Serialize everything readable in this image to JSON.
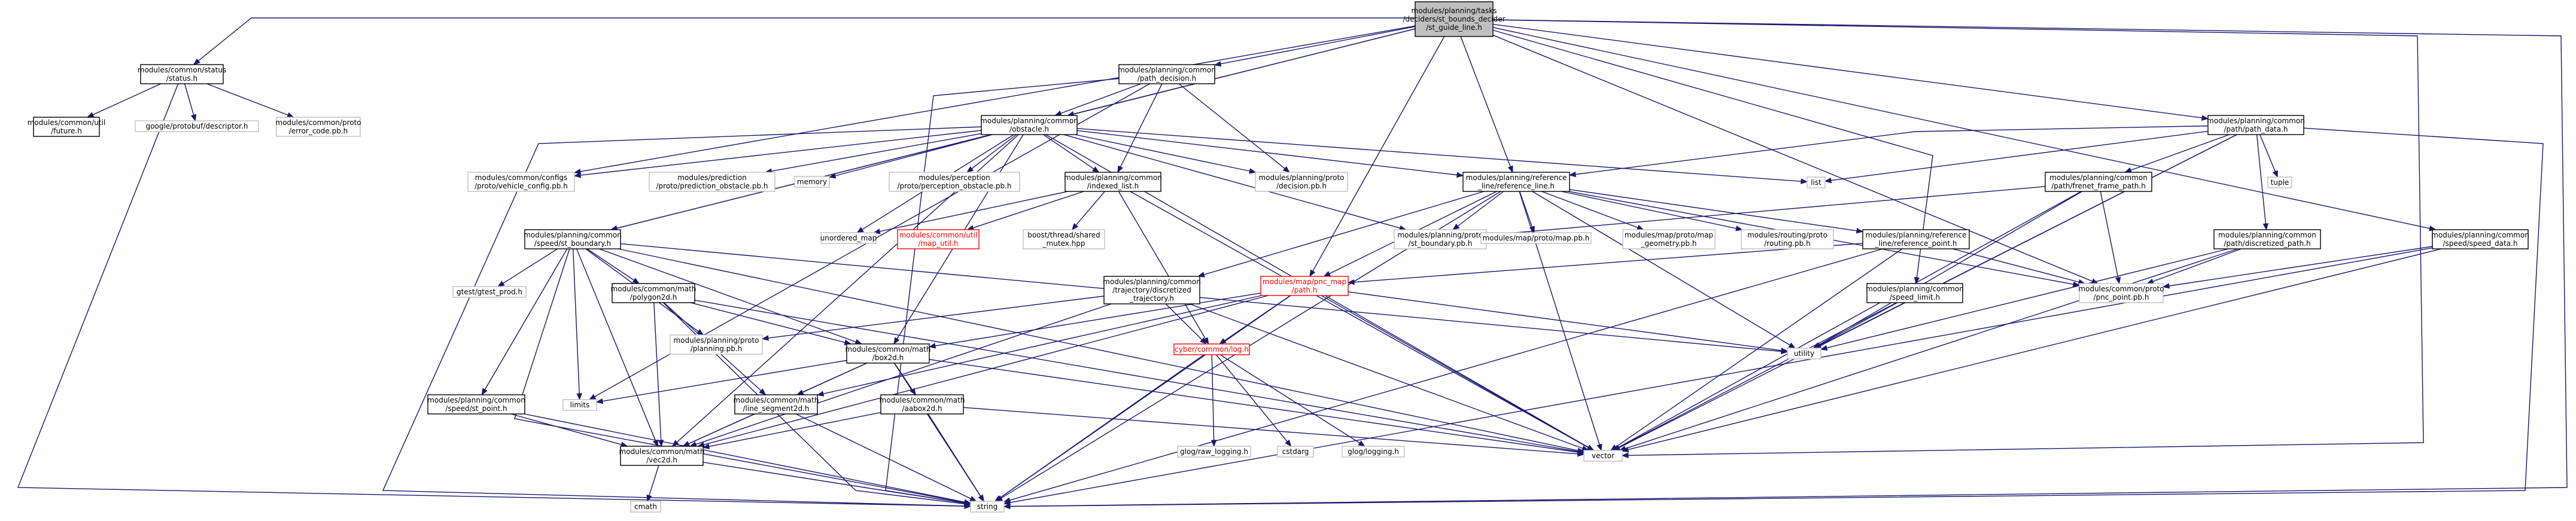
{
  "colors": {
    "edge": "#191970",
    "root_fill": "#bfbfbf",
    "border_black": "#000000",
    "border_gray": "#bfbfbf",
    "border_red": "#ff0000",
    "text_red": "#ff0000"
  },
  "nodes": [
    {
      "id": "root",
      "lines": [
        "modules/planning/tasks",
        "/deciders/st_bounds_decider",
        "/st_guide_line.h"
      ],
      "style": "root"
    },
    {
      "id": "status",
      "lines": [
        "modules/common/status",
        "/status.h"
      ],
      "style": "black"
    },
    {
      "id": "future",
      "lines": [
        "modules/common/util",
        "/future.h"
      ],
      "style": "black"
    },
    {
      "id": "descriptor",
      "lines": [
        "google/protobuf/descriptor.h"
      ],
      "style": "gray"
    },
    {
      "id": "error_code",
      "lines": [
        "modules/common/proto",
        "/error_code.pb.h"
      ],
      "style": "gray"
    },
    {
      "id": "path_decision",
      "lines": [
        "modules/planning/common",
        "/path_decision.h"
      ],
      "style": "black"
    },
    {
      "id": "obstacle",
      "lines": [
        "modules/planning/common",
        "/obstacle.h"
      ],
      "style": "black"
    },
    {
      "id": "vehicle_config",
      "lines": [
        "modules/common/configs",
        "/proto/vehicle_config.pb.h"
      ],
      "style": "gray"
    },
    {
      "id": "prediction_obstacle",
      "lines": [
        "modules/prediction",
        "/proto/prediction_obstacle.pb.h"
      ],
      "style": "gray"
    },
    {
      "id": "memory",
      "lines": [
        "memory"
      ],
      "style": "gray"
    },
    {
      "id": "perception_obstacle",
      "lines": [
        "modules/perception",
        "/proto/perception_obstacle.pb.h"
      ],
      "style": "gray"
    },
    {
      "id": "indexed_list",
      "lines": [
        "modules/planning/common",
        "/indexed_list.h"
      ],
      "style": "black"
    },
    {
      "id": "decision_pb",
      "lines": [
        "modules/planning/proto",
        "/decision.pb.h"
      ],
      "style": "gray"
    },
    {
      "id": "reference_line",
      "lines": [
        "modules/planning/reference",
        "_line/reference_line.h"
      ],
      "style": "black"
    },
    {
      "id": "list",
      "lines": [
        "list"
      ],
      "style": "gray"
    },
    {
      "id": "path_data",
      "lines": [
        "modules/planning/common",
        "/path/path_data.h"
      ],
      "style": "black"
    },
    {
      "id": "st_boundary",
      "lines": [
        "modules/planning/common",
        "/speed/st_boundary.h"
      ],
      "style": "black"
    },
    {
      "id": "unordered_map",
      "lines": [
        "unordered_map"
      ],
      "style": "gray"
    },
    {
      "id": "map_util",
      "lines": [
        "modules/common/util",
        "/map_util.h"
      ],
      "style": "red"
    },
    {
      "id": "shared_mutex",
      "lines": [
        "boost/thread/shared",
        "_mutex.hpp"
      ],
      "style": "gray"
    },
    {
      "id": "st_boundary_pb",
      "lines": [
        "modules/planning/proto",
        "/st_boundary.pb.h"
      ],
      "style": "gray"
    },
    {
      "id": "map_pb",
      "lines": [
        "modules/map/proto/map.pb.h"
      ],
      "style": "gray"
    },
    {
      "id": "map_geometry",
      "lines": [
        "modules/map/proto/map",
        "_geometry.pb.h"
      ],
      "style": "gray"
    },
    {
      "id": "routing_pb",
      "lines": [
        "modules/routing/proto",
        "/routing.pb.h"
      ],
      "style": "gray"
    },
    {
      "id": "reference_point",
      "lines": [
        "modules/planning/reference",
        "_line/reference_point.h"
      ],
      "style": "black"
    },
    {
      "id": "frenet_frame_path",
      "lines": [
        "modules/planning/common",
        "/path/frenet_frame_path.h"
      ],
      "style": "black"
    },
    {
      "id": "tuple",
      "lines": [
        "tuple"
      ],
      "style": "gray"
    },
    {
      "id": "discretized_path",
      "lines": [
        "modules/planning/common",
        "/path/discretized_path.h"
      ],
      "style": "black"
    },
    {
      "id": "speed_data",
      "lines": [
        "modules/planning/common",
        "/speed/speed_data.h"
      ],
      "style": "black"
    },
    {
      "id": "gtest",
      "lines": [
        "gtest/gtest_prod.h"
      ],
      "style": "gray"
    },
    {
      "id": "polygon2d",
      "lines": [
        "modules/common/math",
        "/polygon2d.h"
      ],
      "style": "black"
    },
    {
      "id": "planning_pb",
      "lines": [
        "modules/planning/proto",
        "/planning.pb.h"
      ],
      "style": "gray"
    },
    {
      "id": "discretized_trajectory",
      "lines": [
        "modules/planning/common",
        "/trajectory/discretized",
        "_trajectory.h"
      ],
      "style": "black"
    },
    {
      "id": "pnc_map",
      "lines": [
        "modules/map/pnc_map",
        "/path.h"
      ],
      "style": "red"
    },
    {
      "id": "speed_limit",
      "lines": [
        "modules/planning/common",
        "/speed_limit.h"
      ],
      "style": "black"
    },
    {
      "id": "pnc_point",
      "lines": [
        "modules/common/proto",
        "/pnc_point.pb.h"
      ],
      "style": "gray"
    },
    {
      "id": "box2d",
      "lines": [
        "modules/common/math",
        "/box2d.h"
      ],
      "style": "black"
    },
    {
      "id": "log",
      "lines": [
        "cyber/common/log.h"
      ],
      "style": "red"
    },
    {
      "id": "utility",
      "lines": [
        "utility"
      ],
      "style": "gray"
    },
    {
      "id": "speed_point",
      "lines": [
        "modules/planning/common",
        "/speed/st_point.h"
      ],
      "style": "black"
    },
    {
      "id": "limits",
      "lines": [
        "limits"
      ],
      "style": "gray"
    },
    {
      "id": "line_segment2d",
      "lines": [
        "modules/common/math",
        "/line_segment2d.h"
      ],
      "style": "black"
    },
    {
      "id": "aabox2d",
      "lines": [
        "modules/common/math",
        "/aabox2d.h"
      ],
      "style": "black"
    },
    {
      "id": "raw_logging",
      "lines": [
        "glog/raw_logging.h"
      ],
      "style": "gray"
    },
    {
      "id": "cstdarg",
      "lines": [
        "cstdarg"
      ],
      "style": "gray"
    },
    {
      "id": "glog_logging",
      "lines": [
        "glog/logging.h"
      ],
      "style": "gray"
    },
    {
      "id": "vector",
      "lines": [
        "vector"
      ],
      "style": "gray"
    },
    {
      "id": "vec2d",
      "lines": [
        "modules/common/math",
        "/vec2d.h"
      ],
      "style": "black"
    },
    {
      "id": "cmath",
      "lines": [
        "cmath"
      ],
      "style": "gray"
    },
    {
      "id": "string",
      "lines": [
        "string"
      ],
      "style": "gray"
    }
  ],
  "edges": [
    [
      "root",
      "status"
    ],
    [
      "root",
      "path_decision"
    ],
    [
      "root",
      "obstacle"
    ],
    [
      "root",
      "reference_line"
    ],
    [
      "root",
      "path_data"
    ],
    [
      "root",
      "speed_data"
    ],
    [
      "root",
      "st_boundary"
    ],
    [
      "root",
      "vehicle_config"
    ],
    [
      "root",
      "pnc_point"
    ],
    [
      "root",
      "vector"
    ],
    [
      "root",
      "string"
    ],
    [
      "root",
      "pnc_map"
    ],
    [
      "root",
      "speed_limit"
    ],
    [
      "status",
      "future"
    ],
    [
      "status",
      "descriptor"
    ],
    [
      "status",
      "error_code"
    ],
    [
      "status",
      "string"
    ],
    [
      "path_decision",
      "obstacle"
    ],
    [
      "path_decision",
      "indexed_list"
    ],
    [
      "path_decision",
      "decision_pb"
    ],
    [
      "path_decision",
      "limits"
    ],
    [
      "path_decision",
      "string"
    ],
    [
      "obstacle",
      "vehicle_config"
    ],
    [
      "obstacle",
      "prediction_obstacle"
    ],
    [
      "obstacle",
      "memory"
    ],
    [
      "obstacle",
      "perception_obstacle"
    ],
    [
      "obstacle",
      "indexed_list"
    ],
    [
      "obstacle",
      "decision_pb"
    ],
    [
      "obstacle",
      "reference_line"
    ],
    [
      "obstacle",
      "list"
    ],
    [
      "obstacle",
      "st_boundary"
    ],
    [
      "obstacle",
      "unordered_map"
    ],
    [
      "obstacle",
      "st_boundary_pb"
    ],
    [
      "obstacle",
      "vector"
    ],
    [
      "obstacle",
      "string"
    ],
    [
      "obstacle",
      "box2d"
    ],
    [
      "obstacle",
      "vec2d"
    ],
    [
      "indexed_list",
      "unordered_map"
    ],
    [
      "indexed_list",
      "map_util"
    ],
    [
      "indexed_list",
      "shared_mutex"
    ],
    [
      "indexed_list",
      "vector"
    ],
    [
      "indexed_list",
      "log"
    ],
    [
      "reference_line",
      "st_boundary_pb"
    ],
    [
      "reference_line",
      "map_pb"
    ],
    [
      "reference_line",
      "map_geometry"
    ],
    [
      "reference_line",
      "routing_pb"
    ],
    [
      "reference_line",
      "reference_point"
    ],
    [
      "reference_line",
      "pnc_map"
    ],
    [
      "reference_line",
      "discretized_trajectory"
    ],
    [
      "reference_line",
      "vector"
    ],
    [
      "reference_line",
      "string"
    ],
    [
      "reference_line",
      "utility"
    ],
    [
      "reference_line",
      "pnc_point"
    ],
    [
      "path_data",
      "list"
    ],
    [
      "path_data",
      "tuple"
    ],
    [
      "path_data",
      "frenet_frame_path"
    ],
    [
      "path_data",
      "discretized_path"
    ],
    [
      "path_data",
      "reference_line"
    ],
    [
      "path_data",
      "vector"
    ],
    [
      "path_data",
      "string"
    ],
    [
      "path_data",
      "utility"
    ],
    [
      "frenet_frame_path",
      "st_boundary_pb"
    ],
    [
      "frenet_frame_path",
      "pnc_point"
    ],
    [
      "frenet_frame_path",
      "vector"
    ],
    [
      "frenet_frame_path",
      "utility"
    ],
    [
      "discretized_path",
      "pnc_point"
    ],
    [
      "discretized_path",
      "vector"
    ],
    [
      "discretized_path",
      "utility"
    ],
    [
      "speed_data",
      "pnc_point"
    ],
    [
      "speed_data",
      "vector"
    ],
    [
      "speed_data",
      "string"
    ],
    [
      "st_boundary",
      "gtest"
    ],
    [
      "st_boundary",
      "polygon2d"
    ],
    [
      "st_boundary",
      "planning_pb"
    ],
    [
      "st_boundary",
      "box2d"
    ],
    [
      "st_boundary",
      "speed_point"
    ],
    [
      "st_boundary",
      "limits"
    ],
    [
      "st_boundary",
      "vec2d"
    ],
    [
      "st_boundary",
      "vector"
    ],
    [
      "st_boundary",
      "string"
    ],
    [
      "st_boundary",
      "utility"
    ],
    [
      "polygon2d",
      "box2d"
    ],
    [
      "polygon2d",
      "line_segment2d"
    ],
    [
      "polygon2d",
      "vec2d"
    ],
    [
      "polygon2d",
      "vector"
    ],
    [
      "polygon2d",
      "string"
    ],
    [
      "discretized_trajectory",
      "log"
    ],
    [
      "discretized_trajectory",
      "vec2d"
    ],
    [
      "discretized_trajectory",
      "vector"
    ],
    [
      "discretized_trajectory",
      "planning_pb"
    ],
    [
      "pnc_map",
      "log"
    ],
    [
      "pnc_map",
      "box2d"
    ],
    [
      "pnc_map",
      "line_segment2d"
    ],
    [
      "pnc_map",
      "vec2d"
    ],
    [
      "pnc_map",
      "vector"
    ],
    [
      "pnc_map",
      "string"
    ],
    [
      "pnc_map",
      "utility"
    ],
    [
      "reference_point",
      "pnc_map"
    ],
    [
      "reference_point",
      "pnc_point"
    ],
    [
      "reference_point",
      "vector"
    ],
    [
      "reference_point",
      "string"
    ],
    [
      "speed_limit",
      "utility"
    ],
    [
      "speed_limit",
      "vector"
    ],
    [
      "box2d",
      "limits"
    ],
    [
      "box2d",
      "line_segment2d"
    ],
    [
      "box2d",
      "aabox2d"
    ],
    [
      "box2d",
      "vec2d"
    ],
    [
      "box2d",
      "vector"
    ],
    [
      "box2d",
      "string"
    ],
    [
      "log",
      "raw_logging"
    ],
    [
      "log",
      "cstdarg"
    ],
    [
      "log",
      "glog_logging"
    ],
    [
      "log",
      "string"
    ],
    [
      "speed_point",
      "vec2d"
    ],
    [
      "speed_point",
      "string"
    ],
    [
      "line_segment2d",
      "vec2d"
    ],
    [
      "line_segment2d",
      "string"
    ],
    [
      "aabox2d",
      "vec2d"
    ],
    [
      "aabox2d",
      "vector"
    ],
    [
      "aabox2d",
      "string"
    ],
    [
      "vec2d",
      "cmath"
    ],
    [
      "vec2d",
      "string"
    ]
  ]
}
